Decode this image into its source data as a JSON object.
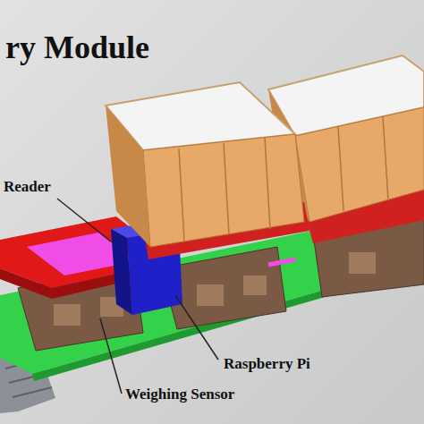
{
  "diagram": {
    "title": "ry Module",
    "labels": [
      "Reader",
      "Raspberry Pi",
      "Weighing Sensor"
    ]
  }
}
